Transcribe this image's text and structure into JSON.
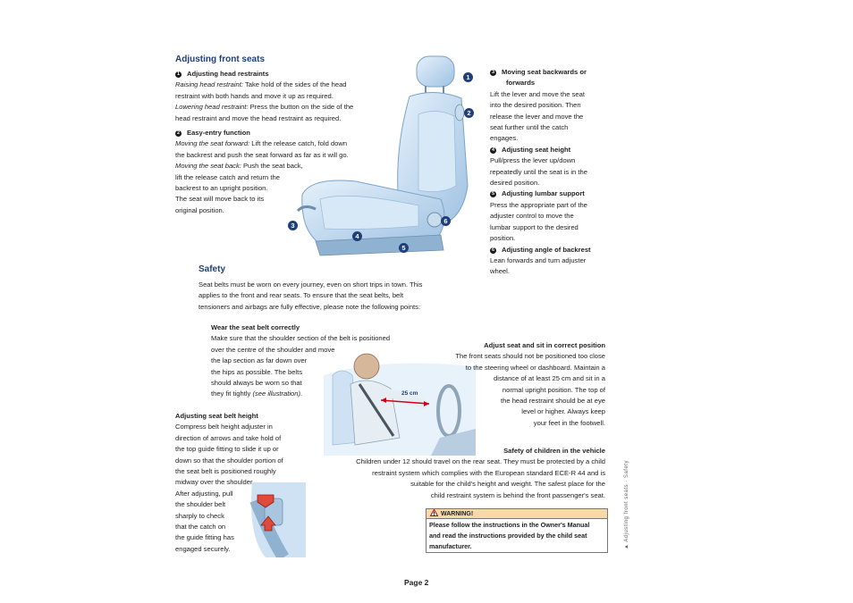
{
  "adjusting": {
    "title": "Adjusting front seats",
    "head_restraints": {
      "number": "1",
      "heading": "Adjusting head restraints",
      "raise_label": "Raising head restraint:",
      "raise_line1": " Take hold of the sides of the head",
      "raise_line2": "restraint with both hands and move it up as required.",
      "lower_label": "Lowering head restraint:",
      "lower_line1": " Press the button on the side of the",
      "lower_line2": "head restraint and move the head restraint as required."
    },
    "easy_entry": {
      "number": "2",
      "heading": "Easy-entry function",
      "forward_label": "Moving the seat forward:",
      "forward_line1": " Lift the release catch, fold down",
      "forward_line2": "the backrest and push the seat forward as far as it will go.",
      "back_label": "Moving the seat back:",
      "back_line1": " Push the seat back,",
      "back_lines": [
        "lift the release catch and return the",
        "backrest to an upright position.",
        "The seat will move back to its",
        "original position."
      ]
    }
  },
  "seat_items": [
    {
      "number": "3",
      "heading_lines": [
        "Moving seat backwards or",
        "forwards"
      ],
      "lines": [
        "Lift the lever and move the seat",
        "into the desired position. Then",
        "release the lever and move the",
        "seat further until the catch",
        "engages."
      ]
    },
    {
      "number": "4",
      "heading_lines": [
        "Adjusting seat height"
      ],
      "lines": [
        "Pull/press the lever up/down",
        "repeatedly until the seat is in the",
        "desired position."
      ]
    },
    {
      "number": "5",
      "heading_lines": [
        "Adjusting lumbar support"
      ],
      "lines": [
        "Press the appropriate part of the",
        "adjuster control to move the",
        "lumbar support to the desired",
        "position."
      ]
    },
    {
      "number": "6",
      "heading_lines": [
        "Adjusting angle of backrest"
      ],
      "lines": [
        "Lean forwards and turn adjuster",
        "wheel."
      ]
    }
  ],
  "seat_callouts": [
    "1",
    "2",
    "3",
    "4",
    "5",
    "6"
  ],
  "safety": {
    "title": "Safety",
    "intro_lines": [
      "Seat belts must be worn on every journey, even on short trips in town. This",
      "applies to the front and rear seats. To ensure that the seat belts, belt",
      "tensioners and airbags are fully effective, please note the following points:"
    ]
  },
  "wear_belt": {
    "heading": "Wear the seat belt correctly",
    "lines": [
      "Make sure that the shoulder section of the belt is positioned",
      "over the centre of the shoulder and move",
      "the lap section as far down over",
      "the hips as possible. The belts",
      "should always be worn so that"
    ],
    "last_prefix": "they fit tightly ",
    "last_italic": "(see illustration)",
    "last_suffix": "."
  },
  "belt_height": {
    "heading": "Adjusting seat belt height",
    "lines": [
      "Compress belt height adjuster in",
      "direction of arrows and take hold of",
      "the top guide fitting to slide it up or",
      "down so that the shoulder portion of",
      "the seat belt is positioned roughly",
      "midway over the shoulder.",
      "After adjusting, pull",
      "the shoulder belt",
      "sharply to check",
      "that the catch on",
      "the guide fitting has",
      "engaged securely."
    ]
  },
  "adjust_seat": {
    "heading": "Adjust seat and sit in correct position",
    "lines": [
      "The front seats should not be positioned too close",
      "to the steering wheel or dashboard. Maintain a",
      "distance of at least 25 cm and sit in a",
      "normal upright position. The top of",
      "the head restraint should be at eye",
      "level or higher. Always keep",
      "your feet in the footwell."
    ]
  },
  "distance_label": "25 cm",
  "children": {
    "heading": "Safety of children in the vehicle",
    "lines": [
      "Children under 12 should travel on the rear seat. They must be protected by a child",
      "restraint system which complies with the European standard ECE-R 44 and is",
      "suitable for the child's height and weight. The safest place for the",
      "child restraint system is behind the front passenger's seat."
    ]
  },
  "warning": {
    "title": "WARNING!",
    "lines": [
      "Please follow the instructions in the Owner's Manual",
      "and read the instructions provided by the child seat",
      "manufacturer."
    ]
  },
  "side_tab": "▲ Adjusting front seats · Safety",
  "page_label": "Page 2",
  "colors": {
    "heading": "#1f3f7a",
    "warning_bg": "#f7d9a8",
    "seat": "#bcd6ee"
  }
}
